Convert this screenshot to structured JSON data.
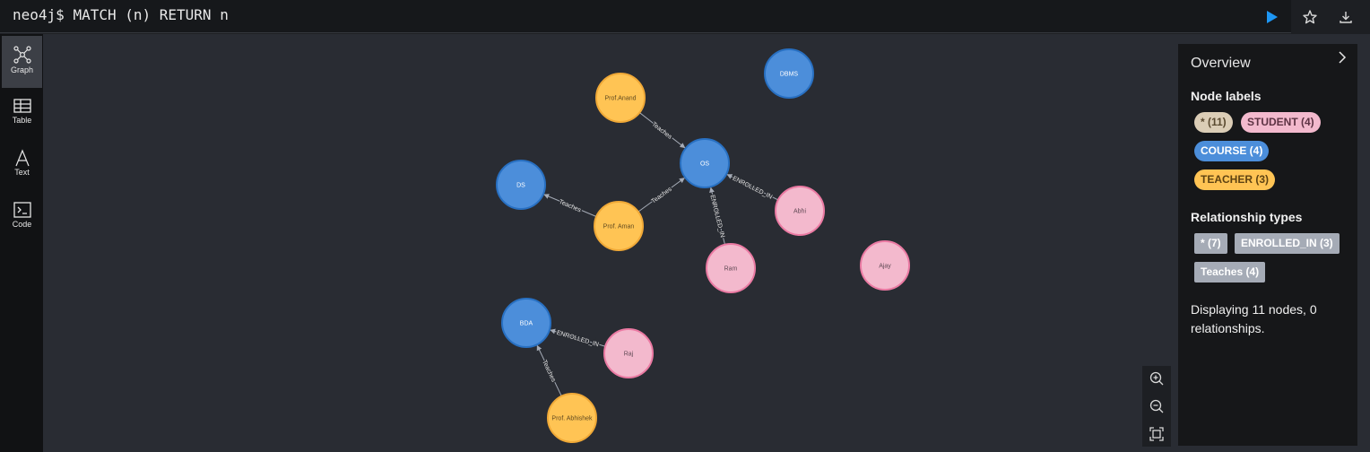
{
  "editor": {
    "prompt": "neo4j$",
    "query": "MATCH (n) RETURN n"
  },
  "sidebar": {
    "items": [
      {
        "label": "Graph",
        "icon": "graph-icon"
      },
      {
        "label": "Table",
        "icon": "table-icon"
      },
      {
        "label": "Text",
        "icon": "text-icon"
      },
      {
        "label": "Code",
        "icon": "code-icon"
      }
    ]
  },
  "colors": {
    "course": "#4c8eda",
    "student": "#f3b9cd",
    "teacher": "#ffc454",
    "all": "#dbcdb6",
    "rel": "#a5abb6",
    "run": "#1d96f3"
  },
  "graph": {
    "nodes": [
      {
        "id": "dbms",
        "label": "DBMS",
        "type": "course"
      },
      {
        "id": "os",
        "label": "OS",
        "type": "course"
      },
      {
        "id": "ds",
        "label": "DS",
        "type": "course"
      },
      {
        "id": "bda",
        "label": "BDA",
        "type": "course"
      },
      {
        "id": "anand",
        "label": "Prof.Anand",
        "type": "teacher"
      },
      {
        "id": "aman",
        "label": "Prof. Aman",
        "type": "teacher"
      },
      {
        "id": "abhishek",
        "label": "Prof. Abhishek",
        "type": "teacher"
      },
      {
        "id": "abhi",
        "label": "Abhi",
        "type": "student"
      },
      {
        "id": "ram",
        "label": "Ram",
        "type": "student"
      },
      {
        "id": "ajay",
        "label": "Ajay",
        "type": "student"
      },
      {
        "id": "raj",
        "label": "Raj",
        "type": "student"
      }
    ],
    "edges": [
      {
        "from": "anand",
        "to": "os",
        "label": "Teaches"
      },
      {
        "from": "aman",
        "to": "os",
        "label": "Teaches"
      },
      {
        "from": "aman",
        "to": "ds",
        "label": "Teaches"
      },
      {
        "from": "abhi",
        "to": "os",
        "label": "ENROLLED_IN"
      },
      {
        "from": "ram",
        "to": "os",
        "label": "ENROLLED_IN"
      },
      {
        "from": "raj",
        "to": "bda",
        "label": "ENROLLED_IN"
      },
      {
        "from": "abhishek",
        "to": "bda",
        "label": "Teaches"
      }
    ]
  },
  "overview": {
    "title": "Overview",
    "node_labels_heading": "Node labels",
    "node_labels": [
      {
        "text": "* (11)",
        "type": "all"
      },
      {
        "text": "STUDENT (4)",
        "type": "student"
      },
      {
        "text": "COURSE (4)",
        "type": "course"
      },
      {
        "text": "TEACHER (3)",
        "type": "teacher"
      }
    ],
    "rel_types_heading": "Relationship types",
    "rel_types": [
      {
        "text": "* (7)"
      },
      {
        "text": "ENROLLED_IN (3)"
      },
      {
        "text": "Teaches (4)"
      }
    ],
    "summary": "Displaying 11 nodes, 0 relationships."
  }
}
